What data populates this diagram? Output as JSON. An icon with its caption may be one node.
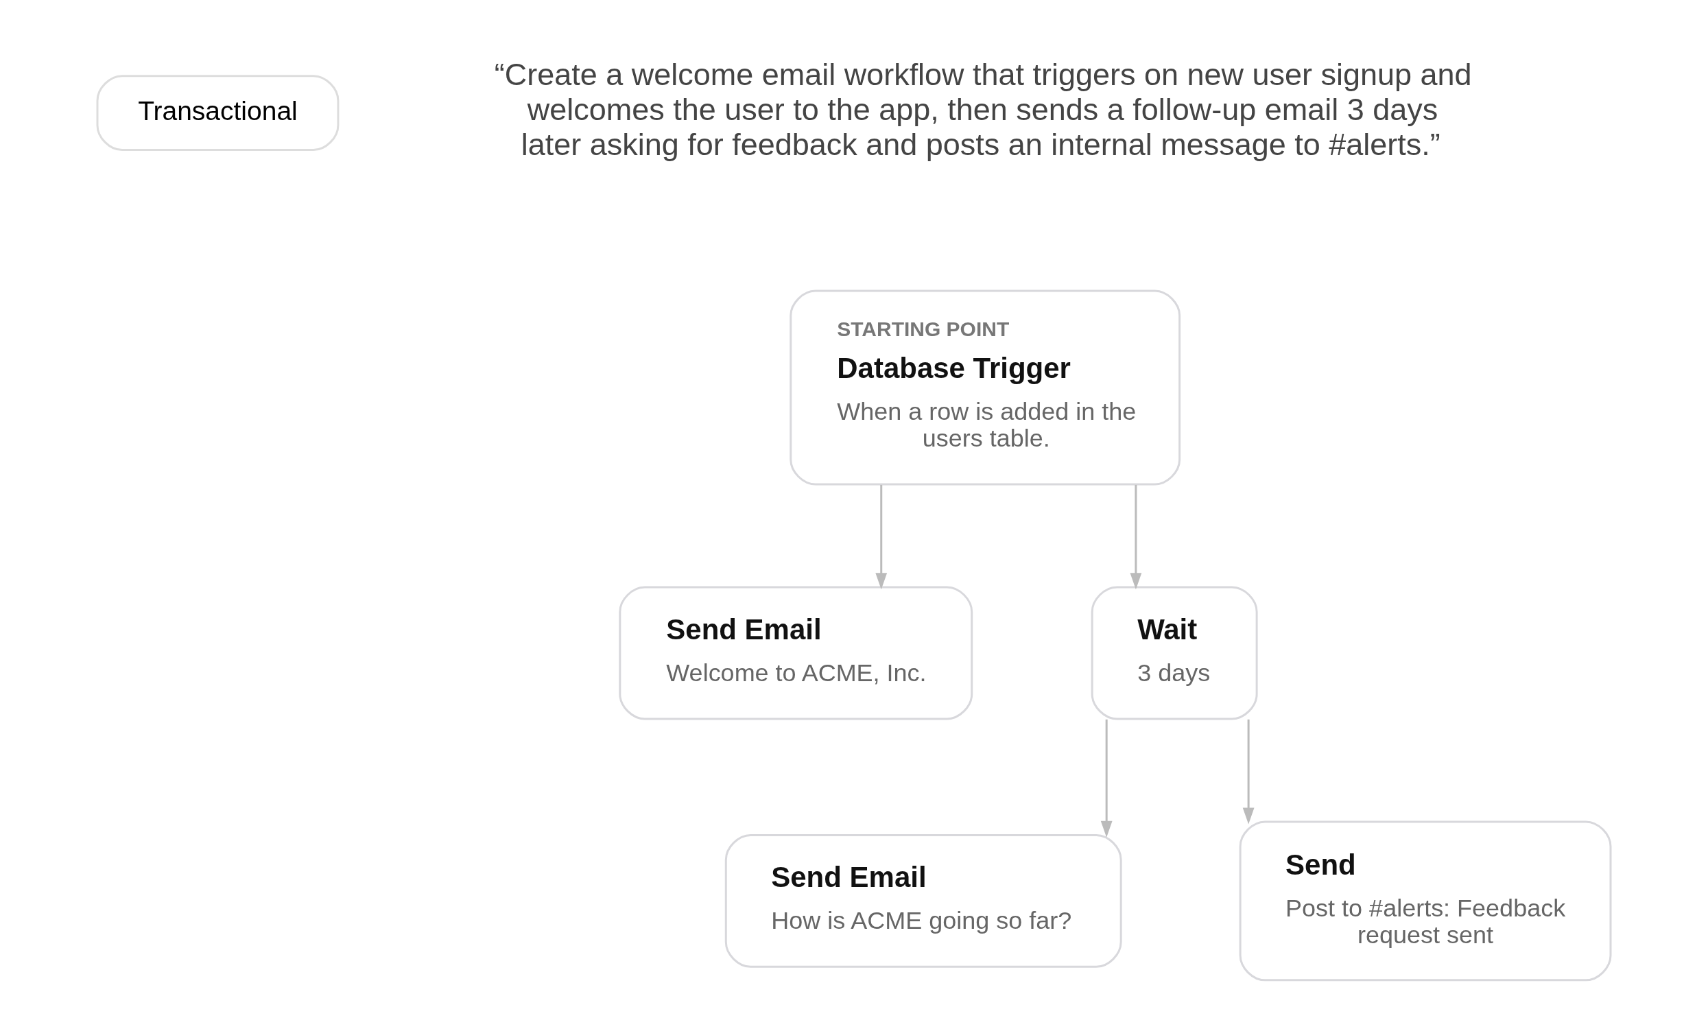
{
  "diagram": {
    "nodes": [
      {
        "text": [
          "STARTING POINT",
          "Database Trigger",
          "When a row is added in the users table."
        ]
      },
      {
        "text": [
          "Send Email",
          "Welcome to ACME, Inc."
        ]
      },
      {
        "text": [
          "Wait",
          "3 days"
        ]
      },
      {
        "text": [
          "Send Email",
          "How is ACME going so far?"
        ]
      },
      {
        "text": [
          "Send",
          "Post to #alerts: Feedback request sent"
        ]
      }
    ],
    "edges": [
      {
        "from": 0,
        "to": 1,
        "arrow": "to"
      },
      {
        "from": 0,
        "to": 2,
        "arrow": "to"
      },
      {
        "from": 2,
        "to": 3,
        "arrow": "to"
      },
      {
        "from": 2,
        "to": 4,
        "arrow": "to"
      }
    ],
    "labels": [
      "Transactional",
      "“Create a welcome email workflow that triggers on new user signup and welcomes the user to the app, then sends a follow-up email 3 days later asking for feedback and posts an internal message to #alerts.”"
    ]
  }
}
